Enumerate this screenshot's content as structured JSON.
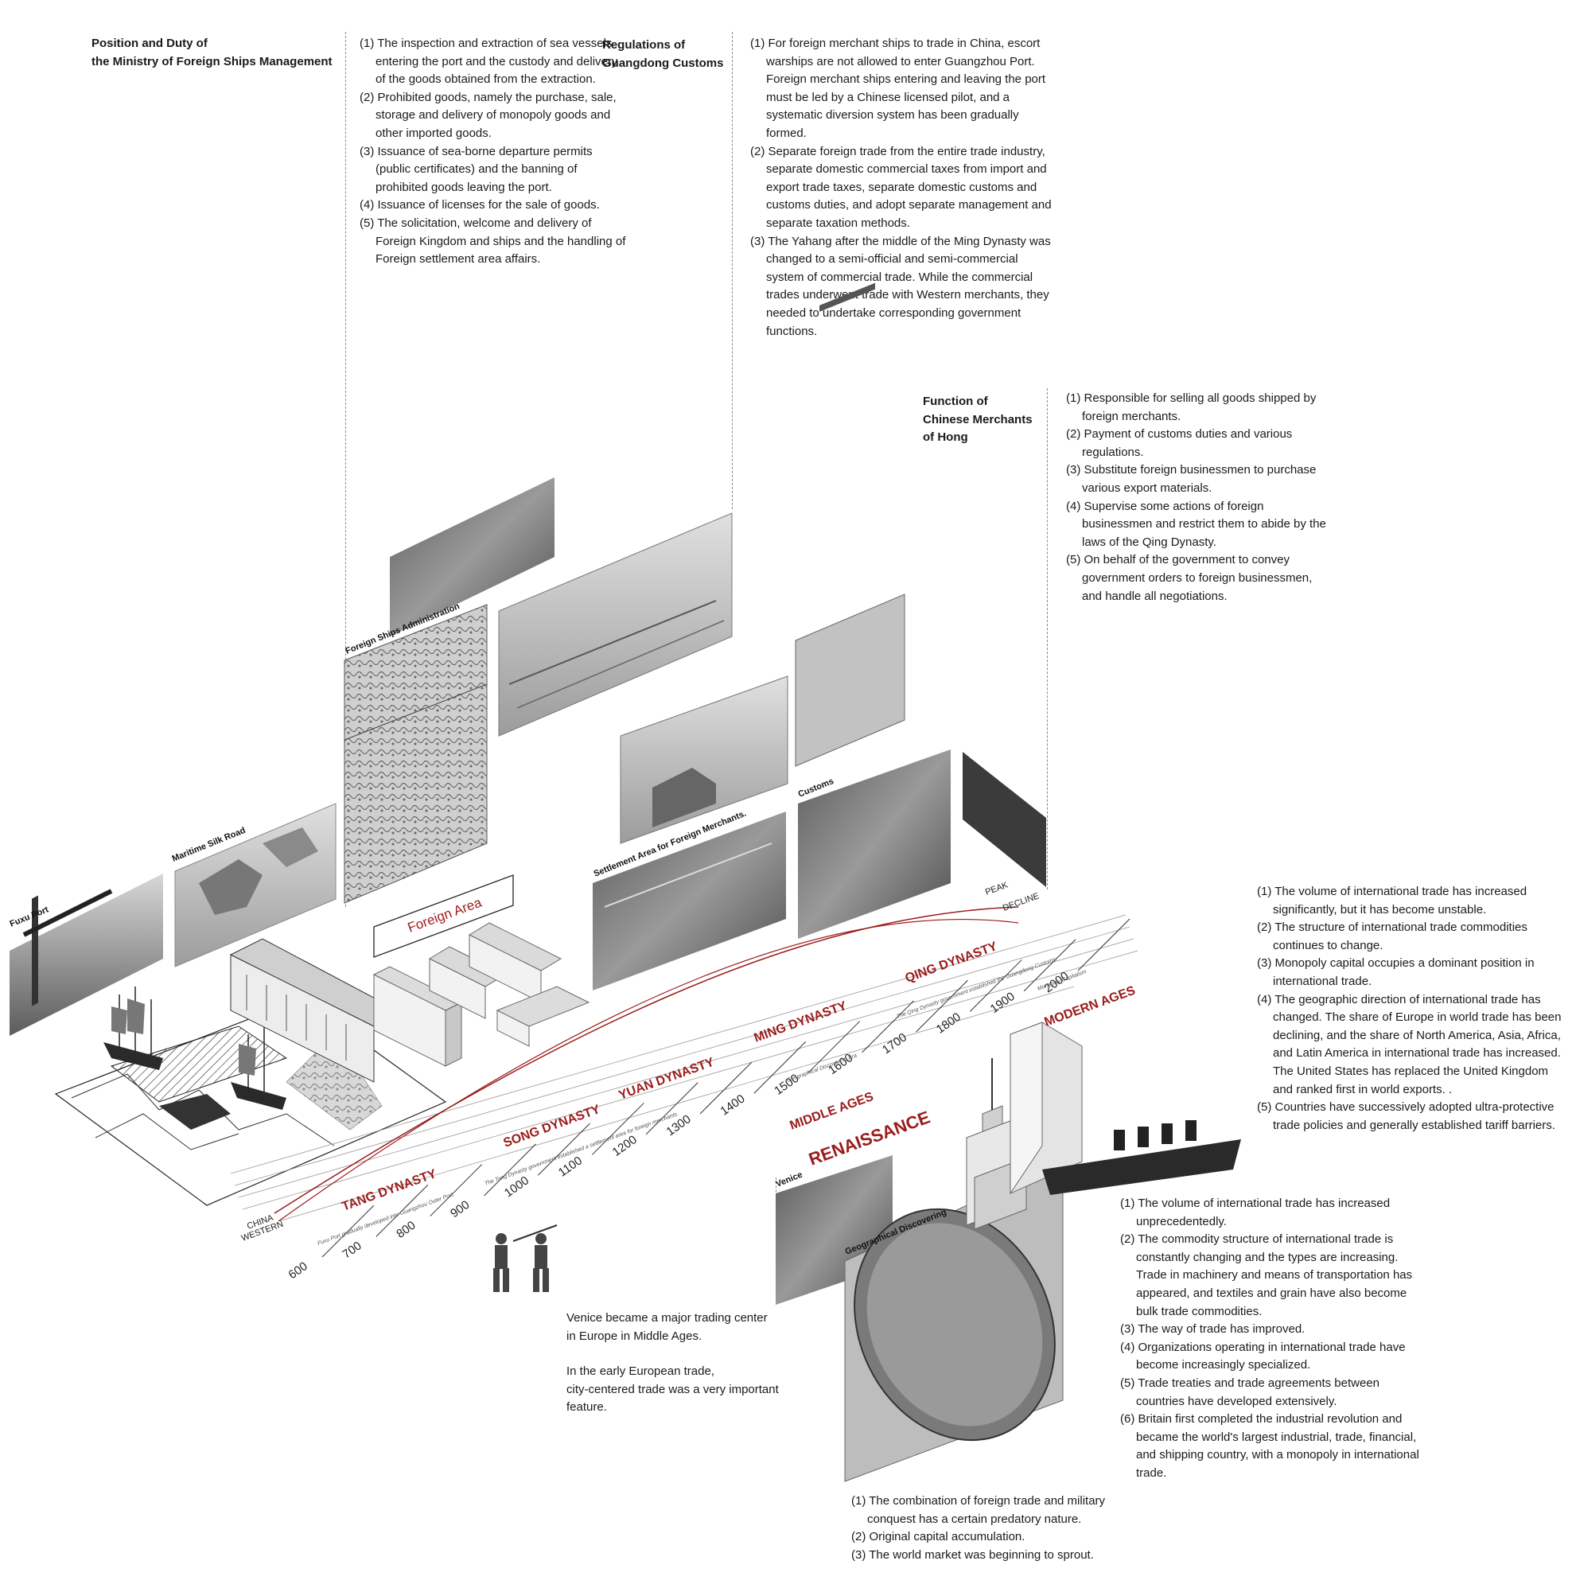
{
  "blocks": {
    "ministry": {
      "title_line1": "Position and Duty of",
      "title_line2": "the Ministry of Foreign Ships Management",
      "items": [
        "(1) The inspection and extraction of sea vessels entering the port and the custody and delivery of the goods obtained from the extraction.",
        "(2) Prohibited goods, namely the purchase, sale, storage and delivery of monopoly goods and other imported goods.",
        "(3) Issuance of sea-borne departure permits (public certificates) and the banning of prohibited goods leaving the port.",
        "(4) Issuance of licenses for the sale of goods.",
        "(5) The solicitation, welcome and delivery of Foreign Kingdom and ships and the handling of Foreign settlement area affairs."
      ]
    },
    "customs": {
      "title_line1": "Regulations of",
      "title_line2": "Guangdong Customs",
      "items": [
        "(1) For foreign merchant ships to trade in China, escort warships are not allowed to enter Guangzhou Port. Foreign merchant ships entering and leaving the port must be led by a Chinese licensed pilot, and a systematic diversion system has been gradually formed.",
        "(2) Separate foreign trade from the entire trade industry, separate domestic commercial taxes from import and export trade taxes, separate domestic customs and customs duties, and adopt separate management and separate taxation methods.",
        "(3) The Yahang after the middle of the Ming Dynasty was changed to a semi-official and semi-commercial system of commercial trade. While the commercial trades underwent trade with Western merchants, they needed to undertake corresponding government functions."
      ]
    },
    "hong": {
      "title_line1": "Function of",
      "title_line2": "Chinese Merchants",
      "title_line3": "of Hong",
      "items": [
        "(1) Responsible for selling all goods shipped by foreign merchants.",
        "(2) Payment of customs duties and various regulations.",
        "(3) Substitute foreign businessmen to purchase various export materials.",
        "(4) Supervise some actions of foreign businessmen and restrict them to abide by the laws of the Qing Dynasty.",
        "(5) On behalf of the government to convey government orders to foreign businessmen, and handle all negotiations."
      ]
    },
    "modern": {
      "items": [
        "(1) The volume of international trade has increased significantly, but it has become unstable.",
        "(2) The structure of international trade commodities continues to change.",
        "(3) Monopoly capital occupies a dominant position in international trade.",
        "(4) The geographic direction of international trade has changed. The share of Europe in world trade has been declining, and the share of North America, Asia, Africa, and Latin America in international trade has increased. The United States has replaced the United Kingdom and ranked first in world exports. .",
        "(5) Countries have successively adopted ultra-protective trade policies and generally established tariff barriers."
      ]
    },
    "industrial": {
      "items": [
        "(1) The volume of international trade has increased unprecedentedly.",
        "(2) The commodity structure of international trade is constantly changing and the types are increasing. Trade in machinery and means of transportation has appeared, and textiles and grain have also become bulk trade commodities.",
        "(3) The way of trade has improved.",
        "(4) Organizations operating in international trade have become increasingly specialized.",
        "(5) Trade treaties and trade agreements between countries have developed extensively.",
        "(6) Britain first completed the industrial revolution and became the world's largest industrial, trade, financial, and shipping country, with a monopoly in international trade."
      ]
    },
    "venice": {
      "line1": "Venice became a major trading center",
      "line2": "in Europe in Middle Ages.",
      "line3": "In the early European trade,",
      "line4": "city-centered trade was a very important feature."
    },
    "discovery": {
      "items": [
        "(1) The combination of foreign trade and military conquest has a certain predatory nature.",
        "(2) Original capital accumulation.",
        "(3) The world market was beginning to sprout."
      ]
    }
  },
  "photo_labels": {
    "fuxu": "Fuxu Port",
    "silk": "Maritime Silk Road",
    "ships_admin": "Foreign Ships Administration",
    "settlement": "Settlement Area for Foreign Merchants.",
    "customs": "Customs",
    "venice": "Venice",
    "geo": "Geographical Discovering",
    "foreign_area": "Foreign Area"
  },
  "timeline": {
    "china_label": "CHINA",
    "western_label": "WESTERN",
    "peak_label": "PEAK",
    "decline_label": "DECLINE",
    "ticks": [
      "600",
      "700",
      "800",
      "900",
      "1000",
      "1100",
      "1200",
      "1300",
      "1400",
      "1500",
      "1600",
      "1700",
      "1800",
      "1900",
      "2000"
    ],
    "china_eras": [
      "TANG DYNASTY",
      "SONG DYNASTY",
      "YUAN DYNASTY",
      "MING DYNASTY",
      "QING DYNASTY"
    ],
    "western_eras": [
      "MIDDLE AGES",
      "RENAISSANCE",
      "MODERN AGES"
    ],
    "notes": [
      "Fuxu Port gradually developed into Guangzhou Outer Port.",
      "The Tang Dynasty government established a settlement area for foreign merchants.",
      "Geographical Discovering Era",
      "The Qing Dynasty government established the Guangdong Customs.",
      "Monopoly Capitalism"
    ]
  },
  "colors": {
    "accent": "#9b1c1c",
    "text": "#1a1a1a",
    "photo_dark": "#3a3a3a",
    "photo_mid": "#8a8a8a",
    "photo_light": "#c9c9c9"
  }
}
